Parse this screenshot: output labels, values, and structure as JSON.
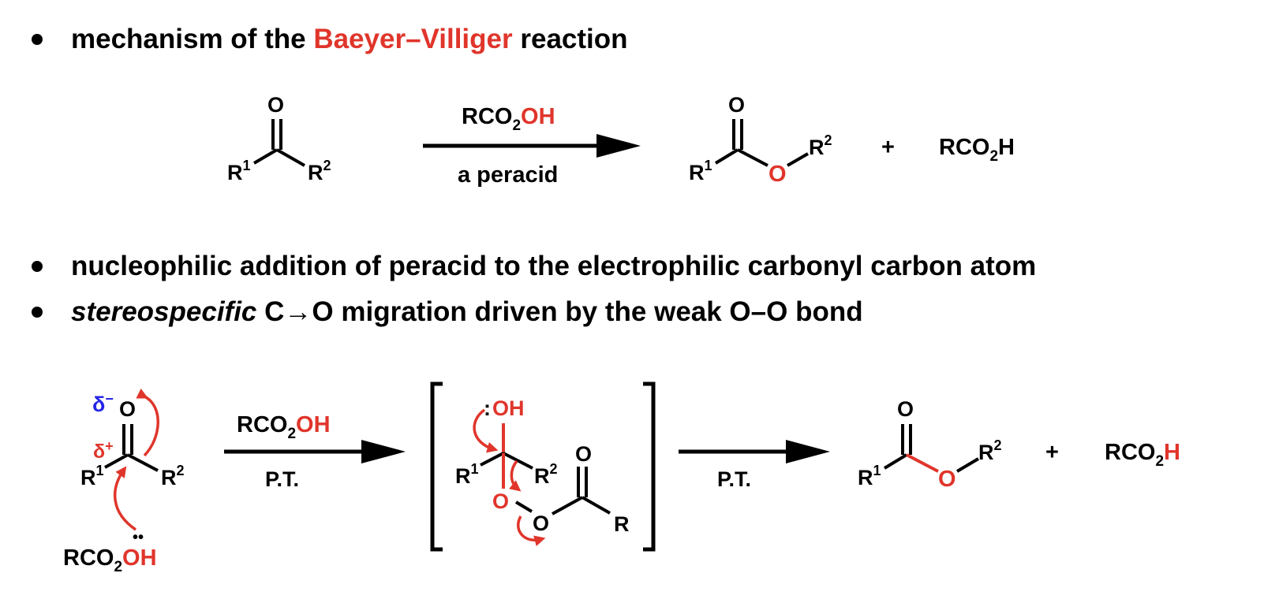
{
  "bullets": {
    "b1": {
      "pre": "mechanism of the",
      "highlight": "Baeyer–Villiger",
      "post": "reaction"
    },
    "b2": {
      "text": "nucleophilic addition of peracid to the electrophilic carbonyl carbon atom"
    },
    "b3": {
      "italic": "stereospecific",
      "rest": "C→O migration driven by the weak O–O bond"
    }
  },
  "reaction1": {
    "O": "O",
    "R": "R",
    "one": "1",
    "two": "2",
    "reagent_pre": "RCO",
    "reagent_sub": "2",
    "reagent_oh": "OH",
    "below": "a peracid",
    "plus": "+",
    "byproduct_pre": "RCO",
    "byproduct_sub": "2",
    "byproduct_h": "H"
  },
  "reaction2": {
    "delta": "δ",
    "minus": "−",
    "plus_sup": "+",
    "O": "O",
    "R": "R",
    "one": "1",
    "two": "2",
    "nuc_pre": "RCO",
    "nuc_sub": "2",
    "nuc_oh": "OH",
    "lone_pair": "••",
    "reagent_pre": "RCO",
    "reagent_sub": "2",
    "reagent_oh": "OH",
    "pt": "P.T.",
    "int_colon": ":",
    "int_oh": "OH",
    "plus": "+",
    "byproduct_pre": "RCO",
    "byproduct_sub": "2",
    "byproduct_h": "H"
  },
  "colors": {
    "red": "#e0352b",
    "blue": "#2525e6",
    "black": "#000000"
  }
}
